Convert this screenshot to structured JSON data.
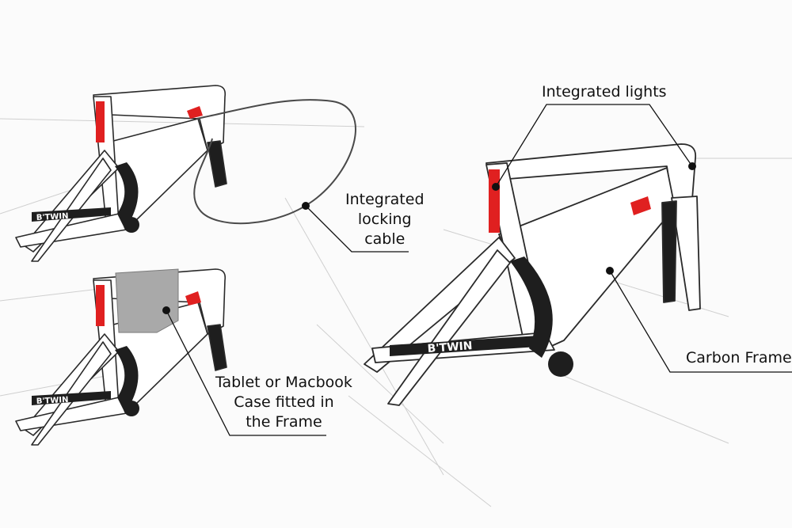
{
  "callouts": {
    "lights": {
      "lines": [
        "Integrated lights"
      ]
    },
    "cable": {
      "lines": [
        "Integrated",
        "locking",
        "cable"
      ]
    },
    "case": {
      "lines": [
        "Tablet or Macbook",
        "Case fitted in",
        "the Frame"
      ]
    },
    "frame": {
      "lines": [
        "Carbon Frame"
      ]
    }
  },
  "brand": {
    "down_tube_text": "B'TWIN"
  },
  "colors": {
    "frame_fill": "#ffffff",
    "frame_stroke": "#2a2a2a",
    "carbon_black": "#1e1e1e",
    "light_red": "#e02020",
    "case_gray": "#a9a9a9",
    "leader_line": "#111111",
    "background": "#fbfbfb"
  }
}
